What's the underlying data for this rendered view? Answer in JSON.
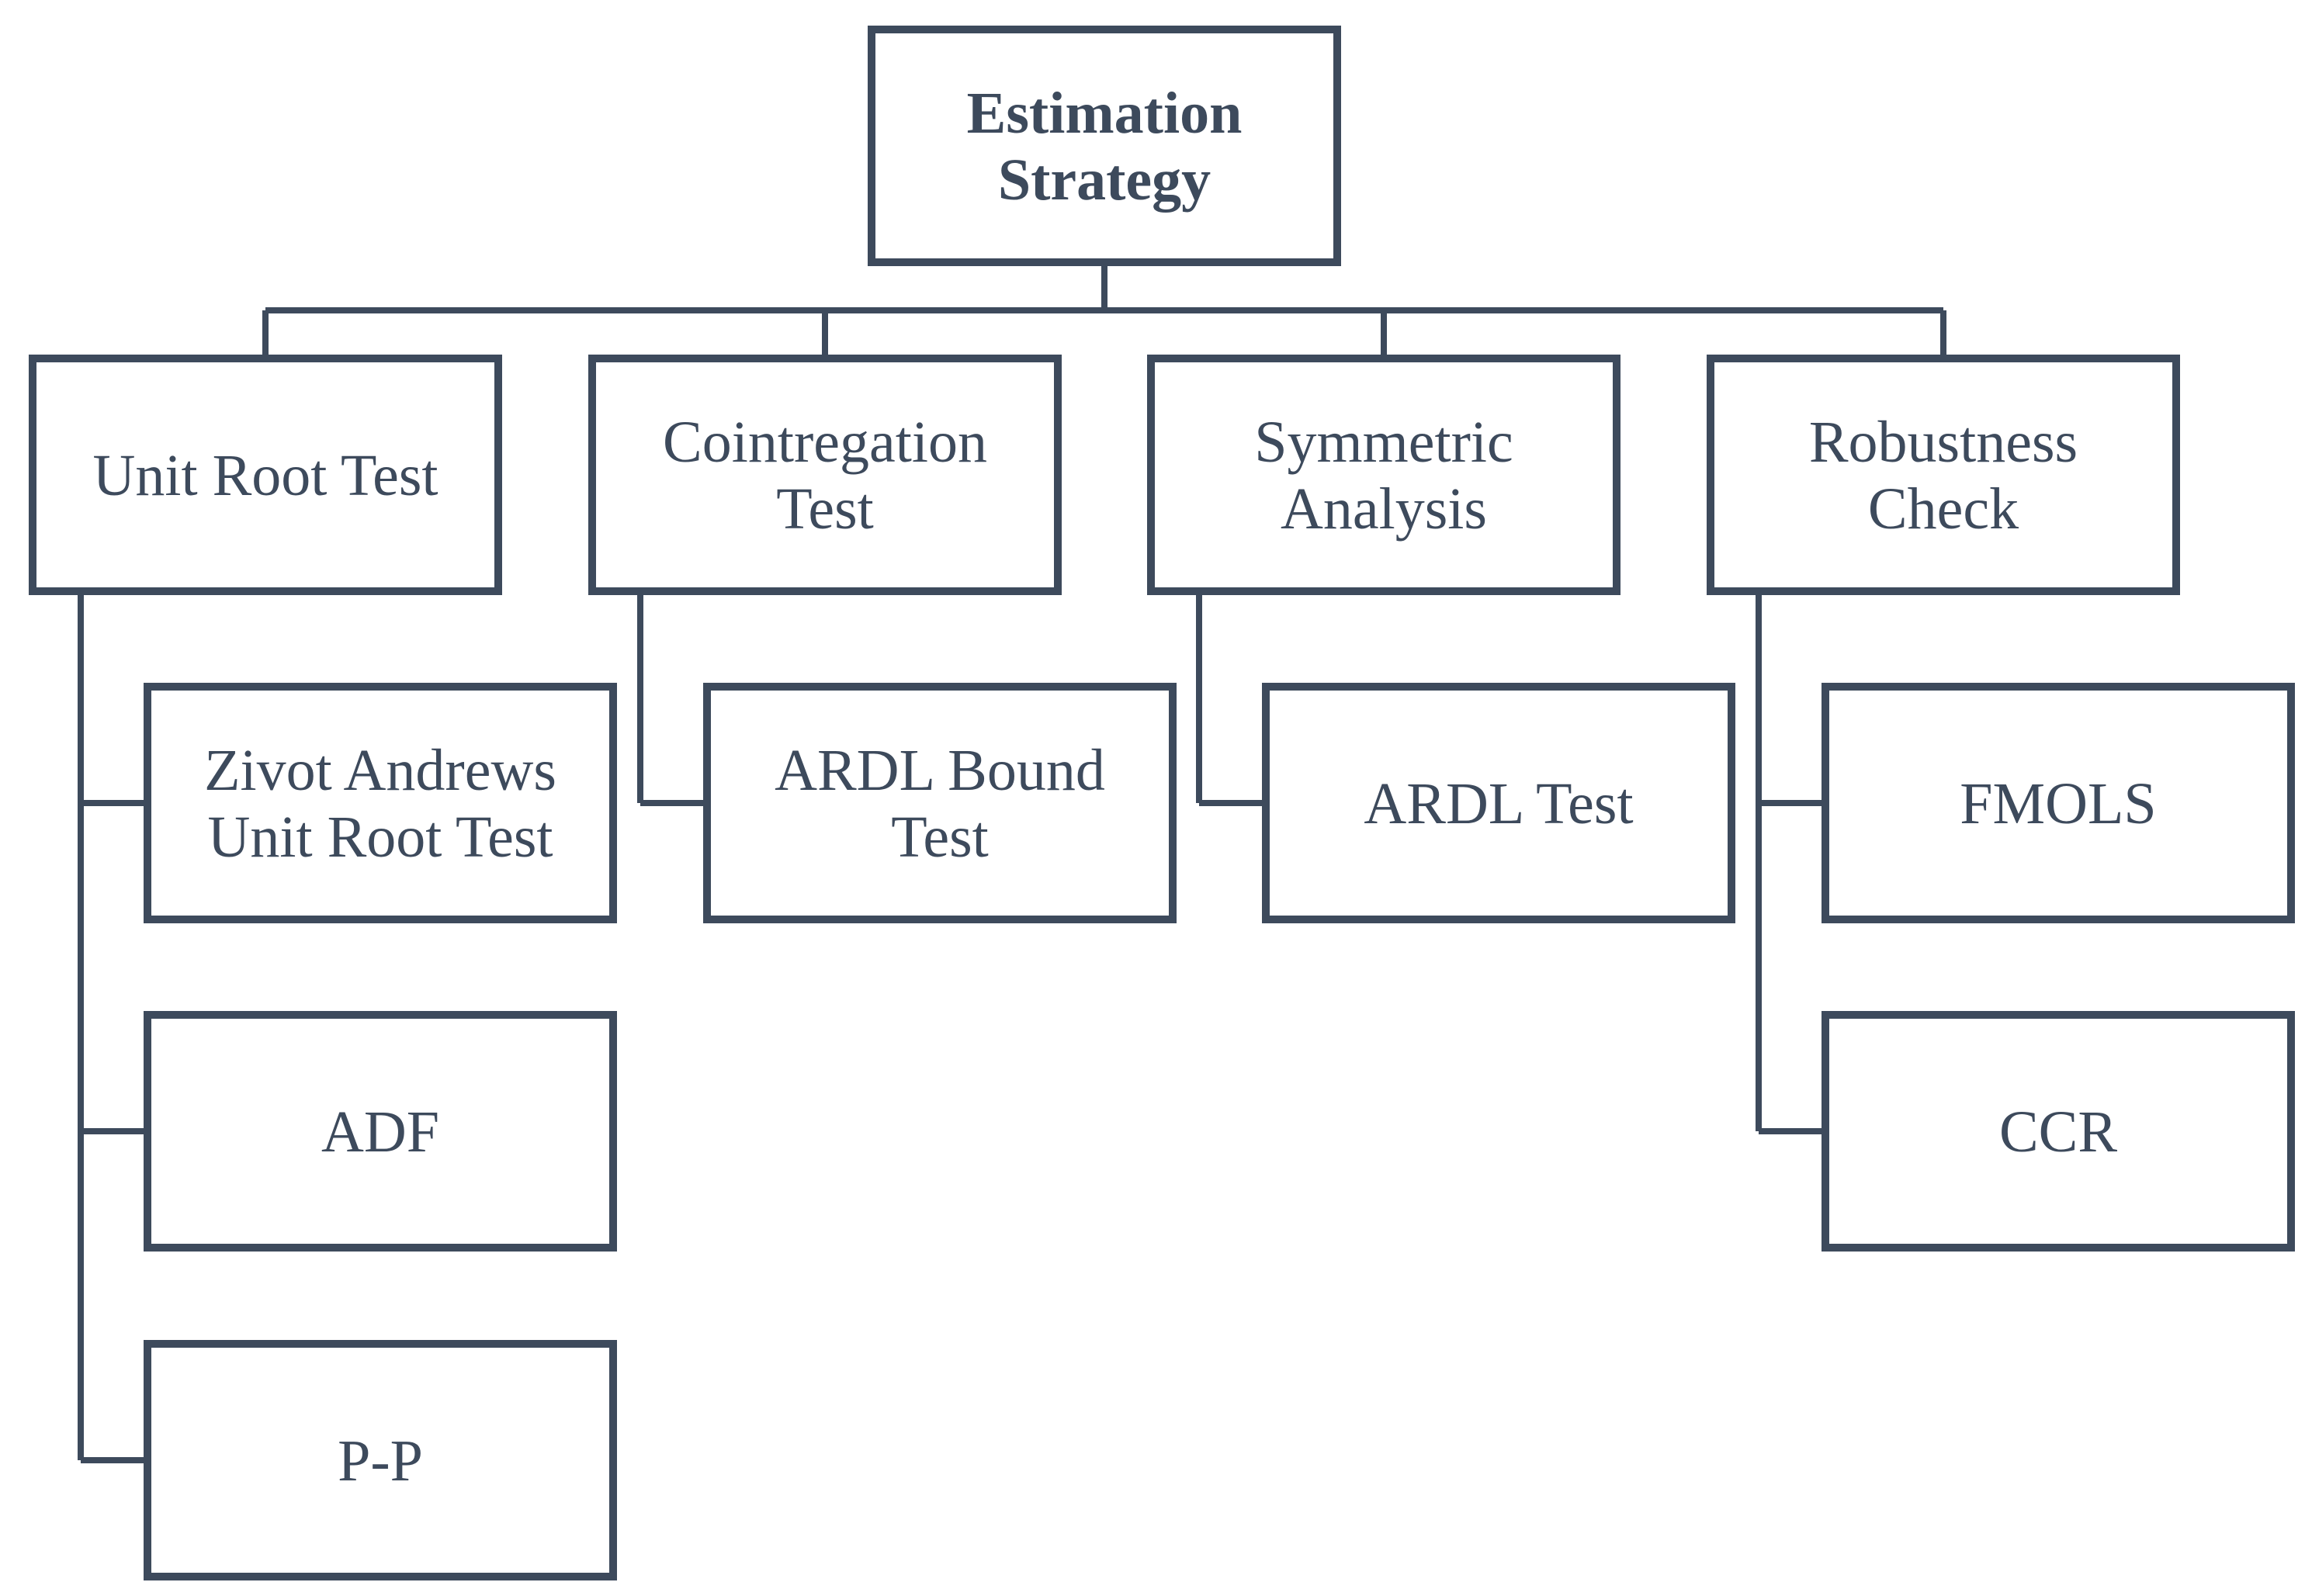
{
  "colors": {
    "stroke": "#3d4a5c",
    "text": "#3d4a5c",
    "background": "#ffffff"
  },
  "root": {
    "lines": [
      "Estimation",
      "Strategy"
    ]
  },
  "categories": [
    {
      "id": "unit-root",
      "lines": [
        "Unit Root Test"
      ],
      "children": [
        {
          "id": "zivot",
          "lines": [
            "Zivot Andrews",
            "Unit Root Test"
          ]
        },
        {
          "id": "adf",
          "lines": [
            "ADF"
          ]
        },
        {
          "id": "pp",
          "lines": [
            "P-P"
          ]
        }
      ]
    },
    {
      "id": "cointegration",
      "lines": [
        "Cointregation",
        "Test"
      ],
      "children": [
        {
          "id": "ardl-bound",
          "lines": [
            "ARDL Bound",
            "Test"
          ]
        }
      ]
    },
    {
      "id": "symmetric",
      "lines": [
        "Symmetric",
        "Analysis"
      ],
      "children": [
        {
          "id": "ardl-test",
          "lines": [
            "ARDL Test"
          ]
        }
      ]
    },
    {
      "id": "robustness",
      "lines": [
        "Robustness",
        "Check"
      ],
      "children": [
        {
          "id": "fmols",
          "lines": [
            "FMOLS"
          ]
        },
        {
          "id": "ccr",
          "lines": [
            "CCR"
          ]
        }
      ]
    }
  ]
}
